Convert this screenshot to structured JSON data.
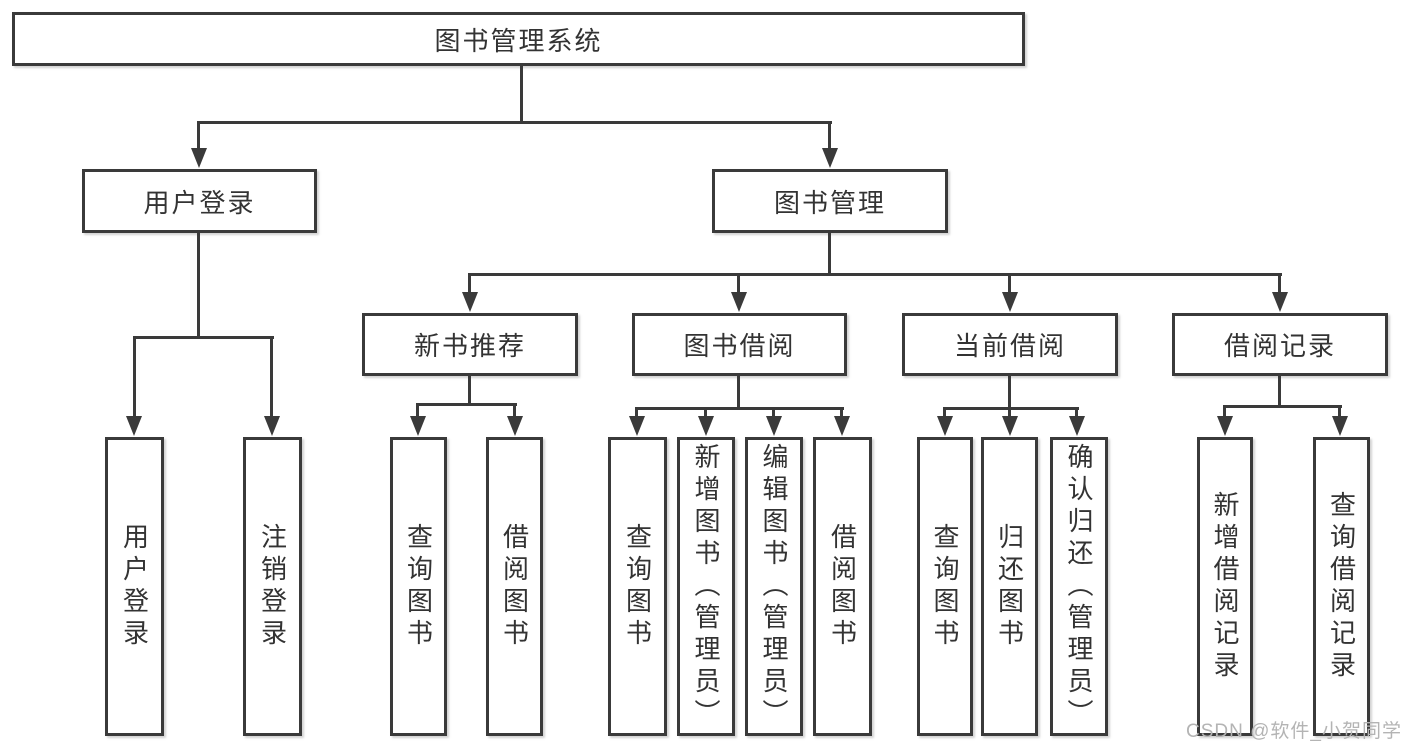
{
  "nodes": {
    "root": "图书管理系统",
    "user_login": "用户登录",
    "book_mgmt": "图书管理",
    "new_books": "新书推荐",
    "book_borrow": "图书借阅",
    "current_borrow": "当前借阅",
    "borrow_records": "借阅记录",
    "leaves": {
      "user_login": [
        "用户登录",
        "注销登录"
      ],
      "new_books": [
        "查询图书",
        "借阅图书"
      ],
      "book_borrow": [
        "查询图书",
        "新增图书（管理员）",
        "编辑图书（管理员）",
        "借阅图书"
      ],
      "current_borrow": [
        "查询图书",
        "归还图书",
        "确认归还（管理员）"
      ],
      "borrow_records": [
        "新增借阅记录",
        "查询借阅记录"
      ]
    }
  },
  "watermark": "CSDN @软件_小贺同学",
  "colors": {
    "line": "#3a3a3a",
    "text": "#333333",
    "watermark": "#b4b4b4",
    "background": "#ffffff"
  }
}
